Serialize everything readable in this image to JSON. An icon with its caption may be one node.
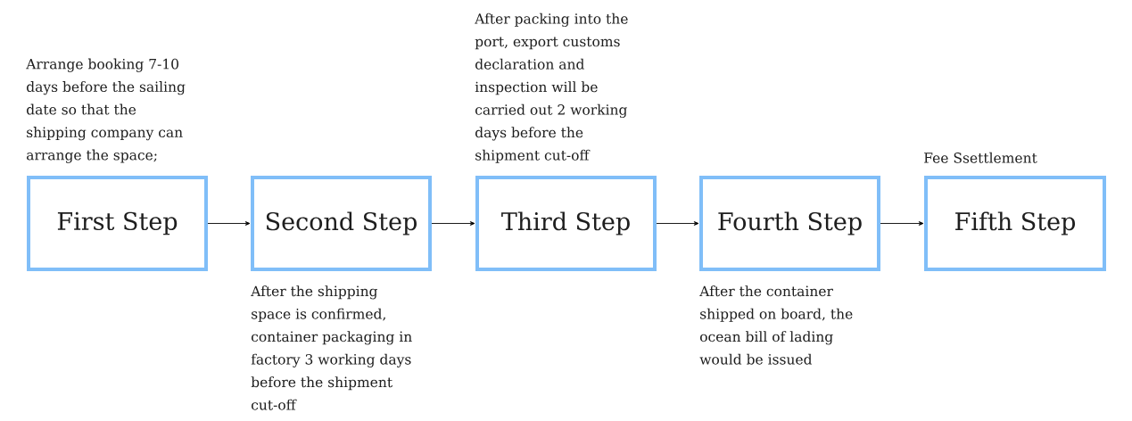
{
  "diagram": {
    "nodes": [
      {
        "text": [
          "First Step"
        ],
        "beside": [
          "Arrange booking 7-10 days before the sailing date so that the shipping company can arrange the space;"
        ]
      },
      {
        "text": [
          "Second Step"
        ],
        "beside": [
          "After the shipping space is confirmed, container packaging in factory 3 working days before the shipment cut-off"
        ]
      },
      {
        "text": [
          "Third Step"
        ],
        "beside": [
          "After packing into the port, export customs declaration and inspection will be carried out 2 working days before the shipment cut-off"
        ]
      },
      {
        "text": [
          "Fourth Step"
        ],
        "beside": [
          "After the container shipped on board, the ocean bill of lading would be issued"
        ]
      },
      {
        "text": [
          "Fifth Step"
        ],
        "beside": [
          "Fee Ssettlement"
        ]
      }
    ],
    "edges": [
      {
        "from": 0,
        "to": 1,
        "arrow": "to"
      },
      {
        "from": 1,
        "to": 2,
        "arrow": "to"
      },
      {
        "from": 2,
        "to": 3,
        "arrow": "to"
      },
      {
        "from": 3,
        "to": 4,
        "arrow": "to"
      }
    ]
  }
}
